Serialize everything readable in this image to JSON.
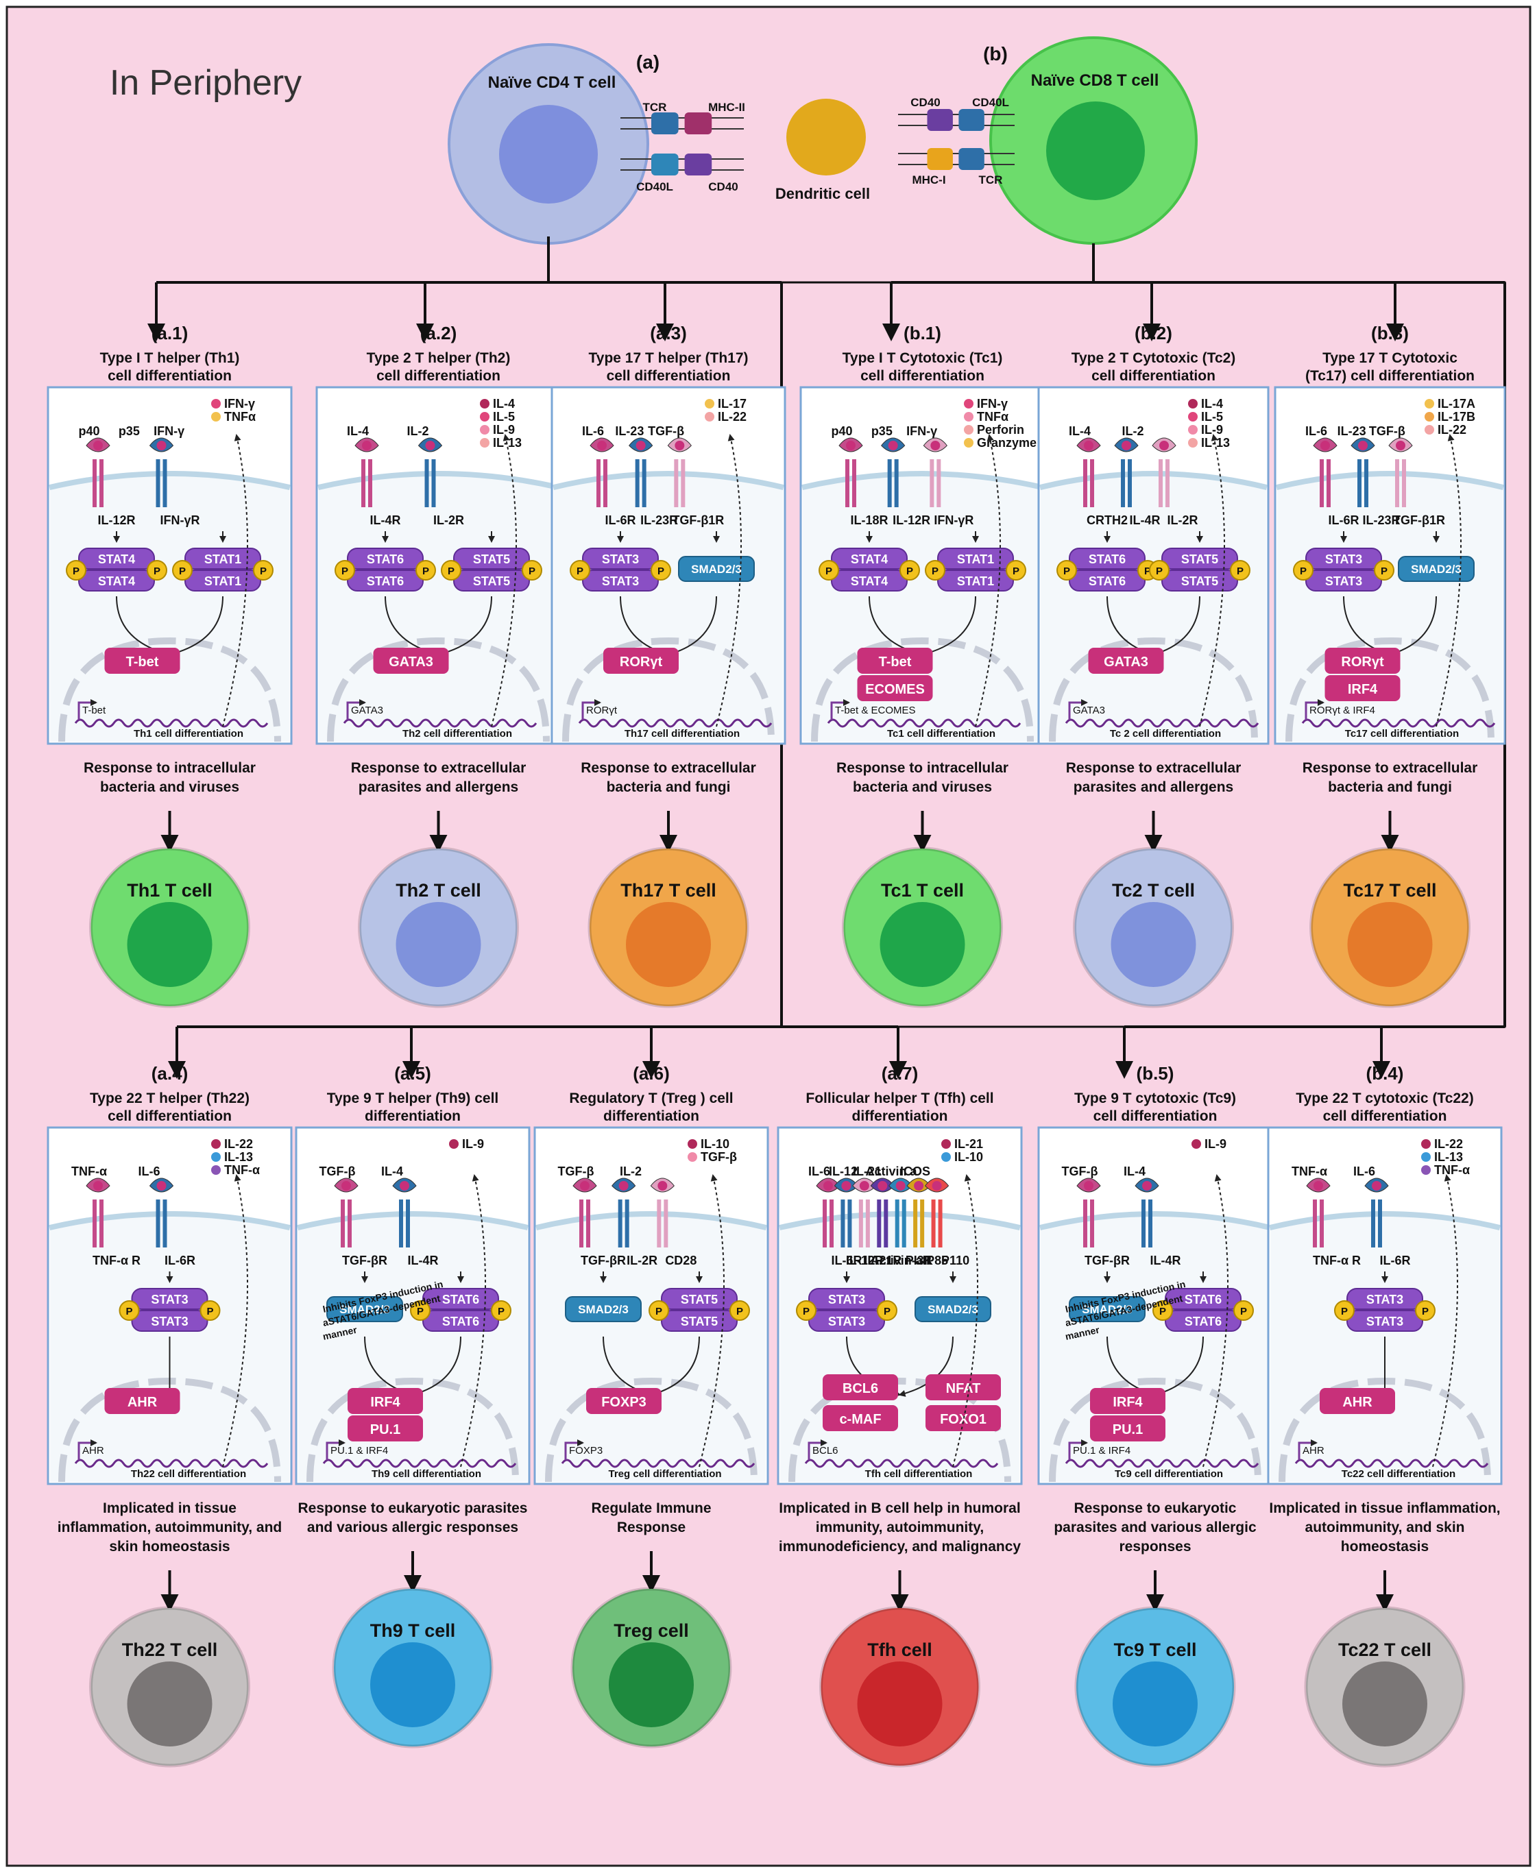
{
  "title": "In Periphery",
  "top": {
    "label_a": "(a)",
    "label_b": "(b)",
    "cd4_cell": "Naïve  CD4 T cell",
    "cd8_cell": "Naïve  CD8 T cell",
    "dendritic": "Dendritic cell",
    "left_labels": {
      "tcr": "TCR",
      "mhc2": "MHC-II",
      "cd40l": "CD40L",
      "cd40": "CD40"
    },
    "right_labels": {
      "cd40": "CD40",
      "cd40l": "CD40L",
      "mhc1": "MHC-I",
      "tcr": "TCR"
    }
  },
  "panels": [
    {
      "id": "a1",
      "tag": "(a.1)",
      "title": [
        "Type I T helper (Th1)",
        "cell differentiation"
      ],
      "cytokines": [
        "IFN-γ",
        "TNFα"
      ],
      "cyto_colors": [
        "#e0457b",
        "#f2c14e"
      ],
      "ligands": [
        "p40",
        "p35",
        "IFN-γ"
      ],
      "receptors": [
        "IL-12R",
        "IFN-γR"
      ],
      "stats": [
        [
          "STAT4",
          "STAT4"
        ],
        [
          "STAT1",
          "STAT1"
        ]
      ],
      "tf": [
        "T-bet"
      ],
      "gene": "T-bet",
      "diff": "Th1 cell differentiation",
      "response": [
        "Response to intracellular",
        "bacteria and viruses"
      ],
      "cell": "Th1  T cell",
      "cell_color": "#6fdc6f",
      "nucleus": "#1fa64a"
    },
    {
      "id": "a2",
      "tag": "(a.2)",
      "title": [
        "Type 2 T helper (Th2)",
        "cell differentiation"
      ],
      "cytokines": [
        "IL-4",
        "IL-5",
        "IL-9",
        "IL-13"
      ],
      "cyto_colors": [
        "#b0285a",
        "#e0457b",
        "#f08aa8",
        "#f3a4a4"
      ],
      "ligands": [
        "IL-4",
        "IL-2"
      ],
      "receptors": [
        "IL-4R",
        "IL-2R"
      ],
      "stats": [
        [
          "STAT6",
          "STAT6"
        ],
        [
          "STAT5",
          "STAT5"
        ]
      ],
      "tf": [
        "GATA3"
      ],
      "gene": "GATA3",
      "diff": "Th2 cell differentiation",
      "response": [
        "Response to extracellular",
        "parasites and allergens"
      ],
      "cell": "Th2  T cell",
      "cell_color": "#b7c3e6",
      "nucleus": "#7f92dc"
    },
    {
      "id": "a3",
      "tag": "(a.3)",
      "title": [
        "Type 17 T helper (Th17)",
        "cell differentiation"
      ],
      "cytokines": [
        "IL-17",
        "IL-22"
      ],
      "cyto_colors": [
        "#f2c14e",
        "#f3a4a4"
      ],
      "ligands": [
        "IL-6",
        "IL-23",
        "TGF-β"
      ],
      "receptors": [
        "IL-6R",
        "IL-23R",
        "TGF-β1R"
      ],
      "stats": [
        [
          "STAT3",
          "STAT3"
        ],
        [
          "SMAD2/3"
        ]
      ],
      "tf": [
        "RORγt"
      ],
      "gene": "RORγt",
      "diff": "Th17 cell differentiation",
      "response": [
        "Response to extracellular",
        "bacteria and fungi"
      ],
      "cell": "Th17 T cell",
      "cell_color": "#f0a64a",
      "nucleus": "#e57a2a"
    },
    {
      "id": "b1",
      "tag": "(b.1)",
      "title": [
        "Type I T Cytotoxic  (Tc1)",
        "cell differentiation"
      ],
      "cytokines": [
        "IFN-γ",
        "TNFα",
        "Perforin",
        "Granzyme B"
      ],
      "cyto_colors": [
        "#e0457b",
        "#f08aa8",
        "#f3a4a4",
        "#f2c14e"
      ],
      "ligands": [
        "p40",
        "p35",
        "IFN-γ"
      ],
      "receptors": [
        "IL-18R",
        "IL-12R",
        "IFN-γR"
      ],
      "stats": [
        [
          "STAT4",
          "STAT4"
        ],
        [
          "STAT1",
          "STAT1"
        ]
      ],
      "tf": [
        "T-bet",
        "ECOMES"
      ],
      "gene": "T-bet & ECOMES",
      "diff": "Tc1 cell differentiation",
      "response": [
        "Response to intracellular",
        "bacteria and viruses"
      ],
      "cell": "Tc1  T cell",
      "cell_color": "#6fdc6f",
      "nucleus": "#1fa64a"
    },
    {
      "id": "b2",
      "tag": "(b.2)",
      "title": [
        "Type 2 T Cytotoxic  (Tc2)",
        "cell differentiation"
      ],
      "cytokines": [
        "IL-4",
        "IL-5",
        "IL-9",
        "IL-13"
      ],
      "cyto_colors": [
        "#b0285a",
        "#e0457b",
        "#f08aa8",
        "#f3a4a4"
      ],
      "ligands": [
        "IL-4",
        "IL-2"
      ],
      "receptors": [
        "CRTH2",
        "IL-4R",
        "IL-2R"
      ],
      "stats": [
        [
          "STAT6",
          "STAT6"
        ],
        [
          "STAT5",
          "STAT5"
        ]
      ],
      "tf": [
        "GATA3"
      ],
      "gene": "GATA3",
      "diff": "Tc 2 cell differentiation",
      "response": [
        "Response to extracellular",
        "parasites and allergens"
      ],
      "cell": "Tc2  T cell",
      "cell_color": "#b7c3e6",
      "nucleus": "#7f92dc"
    },
    {
      "id": "b3",
      "tag": "(b.3)",
      "title": [
        "Type 17 T Cytotoxic",
        "(Tc17) cell differentiation"
      ],
      "cytokines": [
        "IL-17A",
        "IL-17B",
        "IL-22"
      ],
      "cyto_colors": [
        "#f2c14e",
        "#f0a64a",
        "#f3a4a4"
      ],
      "ligands": [
        "IL-6",
        "IL-23",
        "TGF-β"
      ],
      "receptors": [
        "IL-6R",
        "IL-23R",
        "TGF-β1R"
      ],
      "stats": [
        [
          "STAT3",
          "STAT3"
        ],
        [
          "SMAD2/3"
        ]
      ],
      "tf": [
        "RORγt",
        "IRF4"
      ],
      "gene": "RORγt & IRF4",
      "diff": "Tc17 cell differentiation",
      "response": [
        "Response to extracellular",
        "bacteria and fungi"
      ],
      "cell": "Tc17  T cell",
      "cell_color": "#f0a64a",
      "nucleus": "#e57a2a"
    },
    {
      "id": "a4",
      "tag": "(a.4)",
      "title": [
        "Type 22 T helper (Th22)",
        "cell differentiation"
      ],
      "cytokines": [
        "IL-22",
        "IL-13",
        "TNF-α"
      ],
      "cyto_colors": [
        "#b0285a",
        "#3a9ad9",
        "#8a55b5"
      ],
      "ligands": [
        "TNF-α",
        "IL-6"
      ],
      "receptors": [
        "TNF-α R",
        "IL-6R"
      ],
      "stats": [
        [
          "STAT3",
          "STAT3"
        ]
      ],
      "tf": [
        "AHR"
      ],
      "gene": "AHR",
      "diff": "Th22 cell differentiation",
      "response": [
        "Implicated in tissue",
        "inflammation, autoimmunity, and",
        "skin homeostasis"
      ],
      "cell": "Th22  T cell",
      "cell_color": "#c4c0c0",
      "nucleus": "#7a7676"
    },
    {
      "id": "a5",
      "tag": "(a.5)",
      "title": [
        "Type 9 T helper (Th9) cell",
        "differentiation"
      ],
      "cytokines": [
        "IL-9"
      ],
      "cyto_colors": [
        "#b0285a"
      ],
      "ligands": [
        "TGF-β",
        "IL-4"
      ],
      "receptors": [
        "TGF-βR",
        "IL-4R"
      ],
      "stats": [
        [
          "SMAD2/3"
        ],
        [
          "STAT6",
          "STAT6"
        ]
      ],
      "tf": [
        "IRF4",
        "PU.1"
      ],
      "gene": "PU.1 & IRF4",
      "note": [
        "Inhibits FoxP3 induction in",
        "aSTAT6/GATA3-dependent",
        "manner"
      ],
      "diff": "Th9 cell differentiation",
      "response": [
        "Response to eukaryotic parasites",
        "and various allergic responses"
      ],
      "cell": "Th9  T cell",
      "cell_color": "#5bbce6",
      "nucleus": "#1f8fd0"
    },
    {
      "id": "a6",
      "tag": "(a.6)",
      "title": [
        "Regulatory T (Treg ) cell",
        "differentiation"
      ],
      "cytokines": [
        "IL-10",
        "TGF-β"
      ],
      "cyto_colors": [
        "#b0285a",
        "#f08aa8"
      ],
      "ligands": [
        "TGF-β",
        "IL-2"
      ],
      "receptors": [
        "TGF-βR",
        "IL-2R",
        "CD28"
      ],
      "stats": [
        [
          "SMAD2/3"
        ],
        [
          "STAT5",
          "STAT5"
        ]
      ],
      "tf": [
        "FOXP3"
      ],
      "gene": "FOXP3",
      "diff": "Treg cell differentiation",
      "response": [
        "Regulate Immune",
        "Response"
      ],
      "cell": "Treg cell",
      "cell_color": "#6fbf7a",
      "nucleus": "#1e8a3e"
    },
    {
      "id": "a7",
      "tag": "(a.7)",
      "title": [
        "Follicular helper T (Tfh) cell",
        "differentiation"
      ],
      "cytokines": [
        "IL-21",
        "IL-10"
      ],
      "cyto_colors": [
        "#b0285a",
        "#3a9ad9"
      ],
      "ligands": [
        "IL-6",
        "IL-12",
        "IL-21",
        "Activin a",
        "ICOS"
      ],
      "receptors": [
        "IL-6R",
        "IL-12R",
        "IL-21R",
        "Activin-aR",
        "PI3K",
        "P85",
        "P110"
      ],
      "stats": [
        [
          "STAT3",
          "STAT3"
        ],
        [
          "SMAD2/3"
        ]
      ],
      "tf": [
        "BCL6",
        "NFAT",
        "c-MAF",
        "FOXO1"
      ],
      "gene": "BCL6",
      "diff": "Tfh cell differentiation",
      "response": [
        "Implicated in B cell help in humoral",
        "immunity, autoimmunity,",
        "immunodeficiency, and malignancy"
      ],
      "cell": "Tfh  cell",
      "cell_color": "#e0504e",
      "nucleus": "#c9262b"
    },
    {
      "id": "b5",
      "tag": "(b.5)",
      "title": [
        "Type 9 T cytotoxic (Tc9)",
        "cell differentiation"
      ],
      "cytokines": [
        "IL-9"
      ],
      "cyto_colors": [
        "#b0285a"
      ],
      "ligands": [
        "TGF-β",
        "IL-4"
      ],
      "receptors": [
        "TGF-βR",
        "IL-4R"
      ],
      "stats": [
        [
          "SMAD2/3"
        ],
        [
          "STAT6",
          "STAT6"
        ]
      ],
      "tf": [
        "IRF4",
        "PU.1"
      ],
      "gene": "PU.1 & IRF4",
      "note": [
        "Inhibits FoxP3 induction in",
        "aSTAT6/GATA3-dependent",
        "manner"
      ],
      "diff": "Tc9 cell differentiation",
      "response": [
        "Response to eukaryotic",
        "parasites and various allergic",
        "responses"
      ],
      "cell": "Tc9  T cell",
      "cell_color": "#5bbce6",
      "nucleus": "#1f8fd0"
    },
    {
      "id": "b4",
      "tag": "(b.4)",
      "title": [
        "Type 22 T cytotoxic (Tc22)",
        "cell differentiation"
      ],
      "cytokines": [
        "IL-22",
        "IL-13",
        "TNF-α"
      ],
      "cyto_colors": [
        "#b0285a",
        "#3a9ad9",
        "#8a55b5"
      ],
      "ligands": [
        "TNF-α",
        "IL-6"
      ],
      "receptors": [
        "TNF-α R",
        "IL-6R"
      ],
      "stats": [
        [
          "STAT3",
          "STAT3"
        ]
      ],
      "tf": [
        "AHR"
      ],
      "gene": "AHR",
      "diff": "Tc22 cell differentiation",
      "response": [
        "Implicated in tissue inflammation,",
        "autoimmunity, and skin",
        "homeostasis"
      ],
      "cell": "Tc22  T cell",
      "cell_color": "#c4c0c0",
      "nucleus": "#7a7676"
    }
  ],
  "colors": {
    "background": "#f9d4e4",
    "stat": "#8a4fc4",
    "stat_dark": "#5e2c94",
    "phos": "#f2c21c",
    "tf": "#c8307a",
    "smad": "#2e86b8",
    "dna": "#6a2a8a",
    "membrane": "#cfe3ef"
  }
}
